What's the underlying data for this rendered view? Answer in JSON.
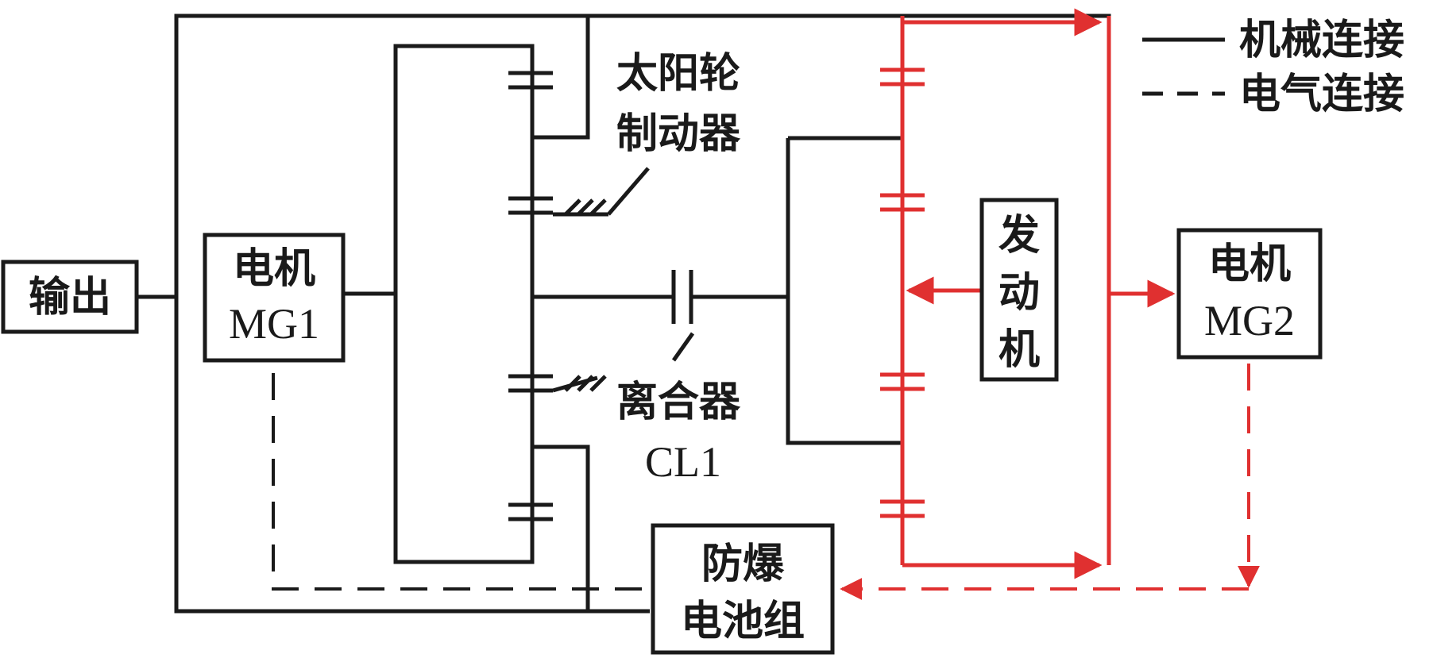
{
  "blocks": {
    "output": "输出",
    "mg1_line1": "电机",
    "mg1_line2": "MG1",
    "mg2_line1": "电机",
    "mg2_line2": "MG2",
    "engine_line1": "发",
    "engine_line2": "动",
    "engine_line3": "机",
    "battery_line1": "防爆",
    "battery_line2": "电池组"
  },
  "labels": {
    "sun_brake_line1": "太阳轮",
    "sun_brake_line2": "制动器",
    "clutch_line1": "离合器",
    "clutch_line2": "CL1"
  },
  "legend": {
    "mechanical": "机械连接",
    "electrical": "电气连接"
  },
  "colors": {
    "highlight": "#e03030",
    "line": "#1a1a1a"
  }
}
